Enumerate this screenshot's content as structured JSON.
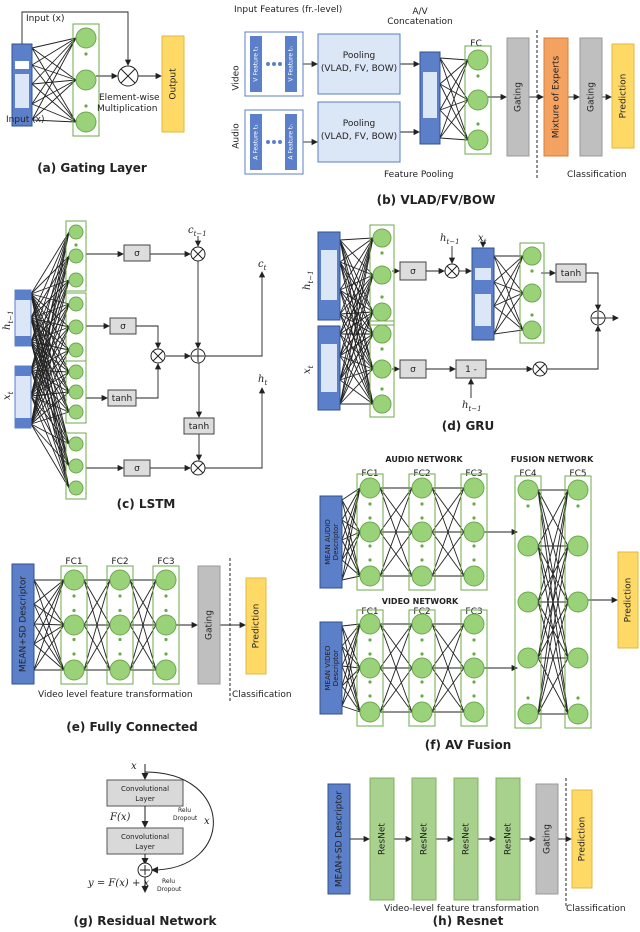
{
  "panels": {
    "a": {
      "caption": "(a) Gating Layer",
      "input_top": "Input (x)",
      "input_bottom": "Input (x)",
      "op_label_1": "Element-wise",
      "op_label_2": "Multiplication",
      "output": "Output"
    },
    "b": {
      "caption": "(b) VLAD/FV/BOW",
      "input_features": "Input Features (fr.-level)",
      "video": "Video",
      "audio": "Audio",
      "v_feat_1": "V Feature t₁",
      "v_feat_n": "V Feature tₙ",
      "a_feat_1": "A Feature t₁",
      "a_feat_n": "A Feature tₙ",
      "pool_title": "Pooling",
      "pool_methods": "(VLAD, FV, BOW)",
      "concat_1": "A/V",
      "concat_2": "Concatenation",
      "fc": "FC",
      "gating": "Gating",
      "moe": "Mixture of Experts",
      "gating2": "Gating",
      "prediction": "Prediction",
      "feature_pooling": "Feature Pooling",
      "classification": "Classification"
    },
    "c": {
      "caption": "(c) LSTM",
      "sigma": "σ",
      "tanh": "tanh",
      "c_prev": "c",
      "c_prev_sub": "t−1",
      "c_t": "c",
      "c_t_sub": "t",
      "h_t": "h",
      "h_t_sub": "t",
      "h_prev": "h",
      "h_prev_sub": "t−1",
      "x_t": "x",
      "x_t_sub": "t"
    },
    "d": {
      "caption": "(d) GRU",
      "sigma": "σ",
      "tanh": "tanh",
      "one_minus": "1 -",
      "h_prev": "h",
      "h_prev_sub": "t−1",
      "x_t": "x",
      "x_t_sub": "t"
    },
    "e": {
      "caption": "(e) Fully Connected",
      "descriptor": "MEAN+SD Descriptor",
      "fc1": "FC1",
      "fc2": "FC2",
      "fc3": "FC3",
      "gating": "Gating",
      "prediction": "Prediction",
      "transform": "Video level feature transformation",
      "classification": "Classification"
    },
    "f": {
      "caption": "(f) AV Fusion",
      "audio_network": "AUDIO NETWORK",
      "video_network": "VIDEO NETWORK",
      "fusion_network": "FUSION NETWORK",
      "mean_audio": "MEAN AUDIO",
      "mean_video": "MEAN VIDEO",
      "descriptor": "Descriptor",
      "fc1": "FC1",
      "fc2": "FC2",
      "fc3": "FC3",
      "fc4": "FC4",
      "fc5": "FC5",
      "prediction": "Prediction"
    },
    "g": {
      "caption": "(g) Residual Network",
      "x": "x",
      "conv1": "Convolutional",
      "conv_layer": "Layer",
      "conv2": "Convolutional",
      "fx": "F(x)",
      "relu": "Relu",
      "dropout": "Dropout",
      "x_right": "x",
      "eq": "y = F(x) + x"
    },
    "h": {
      "caption": "(h) Resnet",
      "descriptor": "MEAN+SD Descriptor",
      "resnet_labels": [
        "ResNet",
        "ResNet",
        "ResNet",
        "ResNet"
      ],
      "gating": "Gating",
      "prediction": "Prediction",
      "transform": "Video-level feature transformation",
      "classification": "Classification"
    }
  },
  "colors": {
    "blue": "#5b7fc8",
    "blue_light": "#dbe6f6",
    "green": "#9ad27a",
    "green_stroke": "#6ca84b",
    "gray": "#bfbfbf",
    "orange": "#f4a261",
    "yellow": "#ffd966",
    "resnet_green": "#a9d18e"
  }
}
